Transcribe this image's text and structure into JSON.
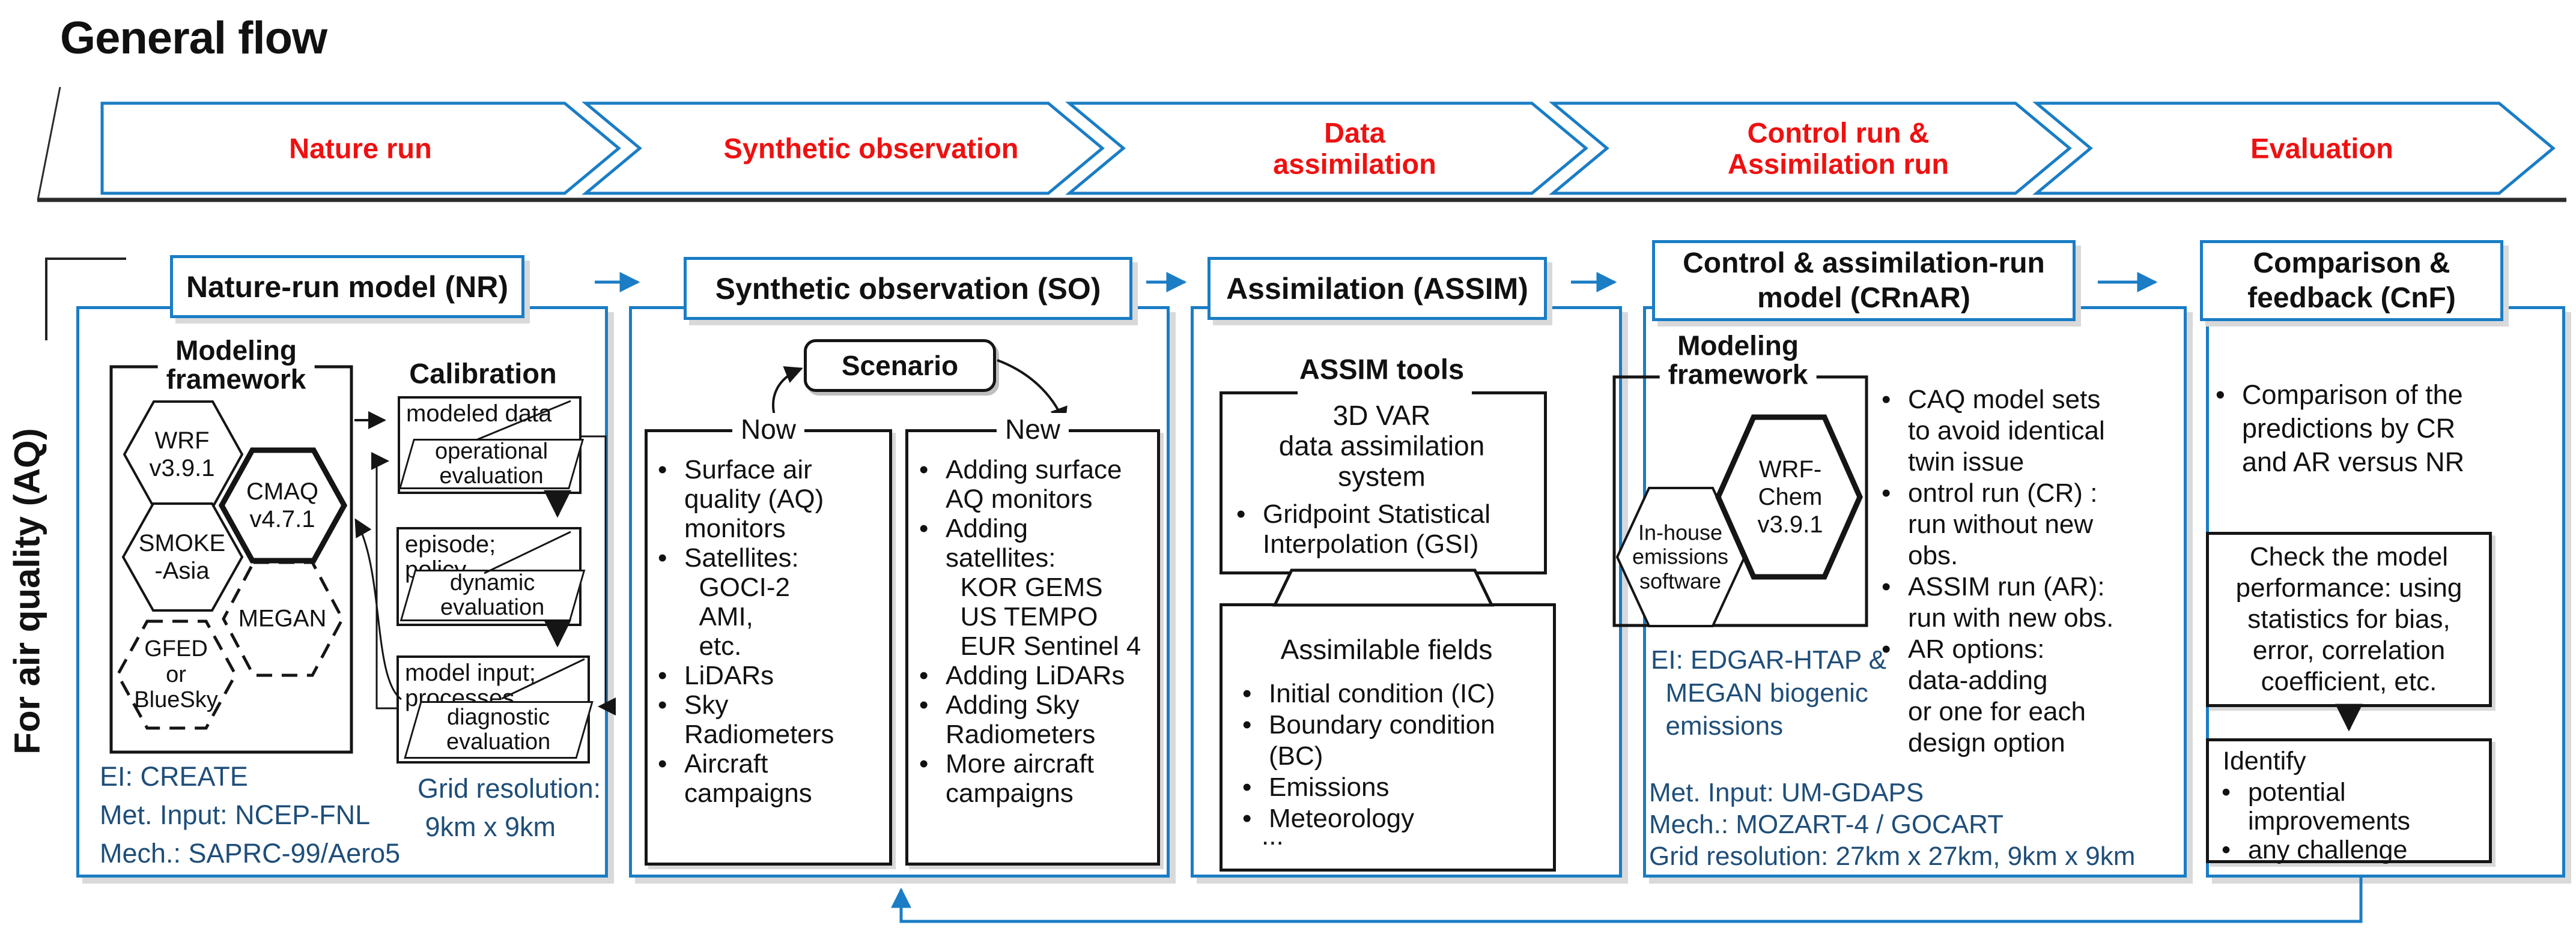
{
  "page_title": "General flow",
  "side_label": "For air quality (AQ)",
  "flow_steps": [
    "Nature run",
    "Synthetic observation",
    "Data\nassimilation",
    "Control run &\nAssimilation run",
    "Evaluation"
  ],
  "colors": {
    "accent_blue": "#1a7dc5",
    "step_red": "#ee1111",
    "info_navy": "#1f4e79"
  },
  "nr": {
    "title": "Nature-run model (NR)",
    "framework_label": "Modeling\nframework",
    "hex_wrf": "WRF\nv3.9.1",
    "hex_cmaq": "CMAQ\nv4.7.1",
    "hex_smoke": "SMOKE\n-Asia",
    "hex_megan": "MEGAN",
    "hex_gfed": "GFED\nor\nBlueSky",
    "calibration_label": "Calibration",
    "cal1_label": "modeled data",
    "cal1_para": "operational\nevaluation",
    "cal2_label": "episode;\npolicy",
    "cal2_para": "dynamic\nevaluation",
    "cal3_label": "model input;\nprocesses",
    "cal3_para": "diagnostic\nevaluation",
    "info_left": "EI: CREATE\nMet. Input: NCEP-FNL\nMech.: SAPRC-99/Aero5",
    "info_right": "Grid resolution:\n 9km x 9km"
  },
  "so": {
    "title": "Synthetic observation (SO)",
    "scenario": "Scenario",
    "now_label": "Now",
    "new_label": "New",
    "now_items": [
      "Surface air\nquality (AQ)\nmonitors",
      "Satellites:\n  GOCI-2\n  AMI,\n  etc.",
      "LiDARs",
      "Sky\nRadiometers",
      "Aircraft\ncampaigns"
    ],
    "new_items": [
      "Adding surface\nAQ monitors",
      "Adding\nsatellites:\n  KOR GEMS\n  US TEMPO\n  EUR Sentinel 4",
      "Adding LiDARs",
      "Adding Sky\nRadiometers",
      "More aircraft\ncampaigns"
    ]
  },
  "assim": {
    "title": "Assimilation (ASSIM)",
    "tools_label": "ASSIM tools",
    "tools_line1": "3D VAR",
    "tools_line2": "data assimilation\nsystem",
    "tools_bullet": "Gridpoint Statistical\nInterpolation (GSI)",
    "fields_title": "Assimilable fields",
    "fields_items": [
      "Initial condition (IC)",
      "Boundary condition\n(BC)",
      "Emissions",
      "Meteorology"
    ],
    "fields_more": "..."
  },
  "crnar": {
    "title": "Control & assimilation-run\nmodel (CRnAR)",
    "framework_label": "Modeling\nframework",
    "hex_wrfchem": "WRF-\nChem\nv3.9.1",
    "hex_inhouse": "In-house\nemissions\nsoftware",
    "bullets": [
      "CAQ model sets\nto avoid identical\ntwin issue",
      "ontrol run (CR) :\nrun without new\nobs.",
      "ASSIM run (AR):\nrun with new obs.",
      "AR options:\ndata-adding\nor one for each\ndesign option"
    ],
    "info_top": "EI: EDGAR-HTAP &\n  MEGAN biogenic\n  emissions",
    "info_bottom": "Met. Input: UM-GDAPS\nMech.: MOZART-4 / GOCART\nGrid resolution: 27km x 27km, 9km x 9km"
  },
  "cnf": {
    "title": "Comparison &\nfeedback (CnF)",
    "bullet": "Comparison of the\npredictions by CR\nand AR versus NR",
    "check_box": "Check the model\nperformance: using\nstatistics for bias,\nerror, correlation\ncoefficient, etc.",
    "identify_title": "Identify",
    "identify_items": [
      "potential\nimprovements",
      "any challenge"
    ]
  }
}
